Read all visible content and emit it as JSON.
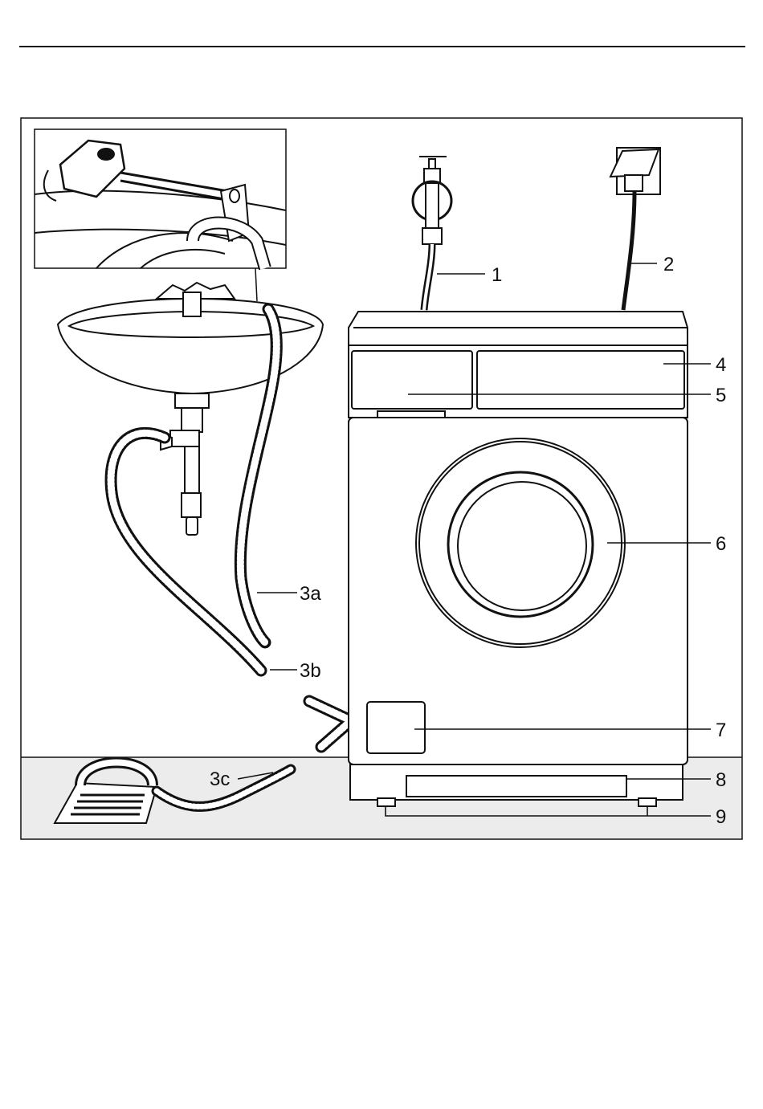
{
  "figure": {
    "callouts": [
      {
        "id": "1",
        "label": "1"
      },
      {
        "id": "2",
        "label": "2"
      },
      {
        "id": "3a",
        "label": "3a"
      },
      {
        "id": "3b",
        "label": "3b"
      },
      {
        "id": "3c",
        "label": "3c"
      },
      {
        "id": "4",
        "label": "4"
      },
      {
        "id": "5",
        "label": "5"
      },
      {
        "id": "6",
        "label": "6"
      },
      {
        "id": "7",
        "label": "7"
      },
      {
        "id": "8",
        "label": "8"
      },
      {
        "id": "9",
        "label": "9"
      }
    ]
  },
  "colors": {
    "line": "#111111",
    "floor": "#ececec",
    "paper": "#ffffff"
  }
}
